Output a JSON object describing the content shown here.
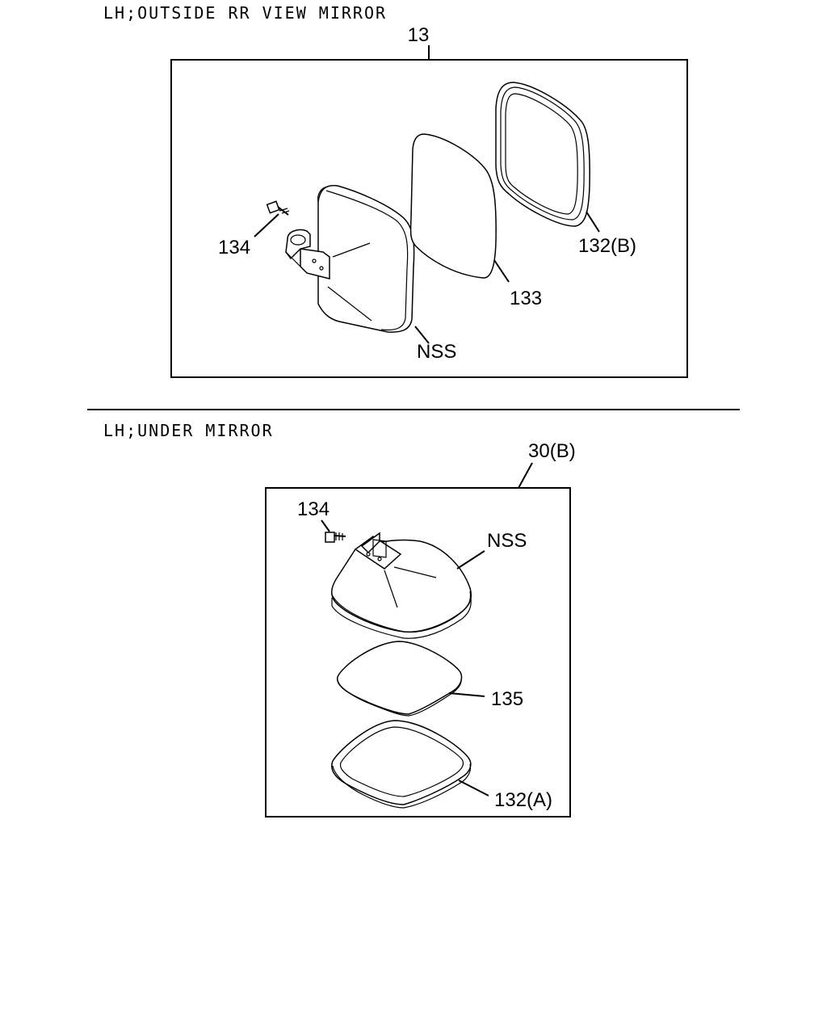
{
  "sections": [
    {
      "title": "LH;OUTSIDE RR VIEW MIRROR",
      "group_label": "13",
      "callouts": {
        "bolt": "134",
        "housing": "NSS",
        "glass": "133",
        "frame": "132(B)"
      }
    },
    {
      "title": "LH;UNDER MIRROR",
      "group_label": "30(B)",
      "callouts": {
        "bolt": "134",
        "housing": "NSS",
        "glass": "135",
        "frame": "132(A)"
      }
    }
  ]
}
